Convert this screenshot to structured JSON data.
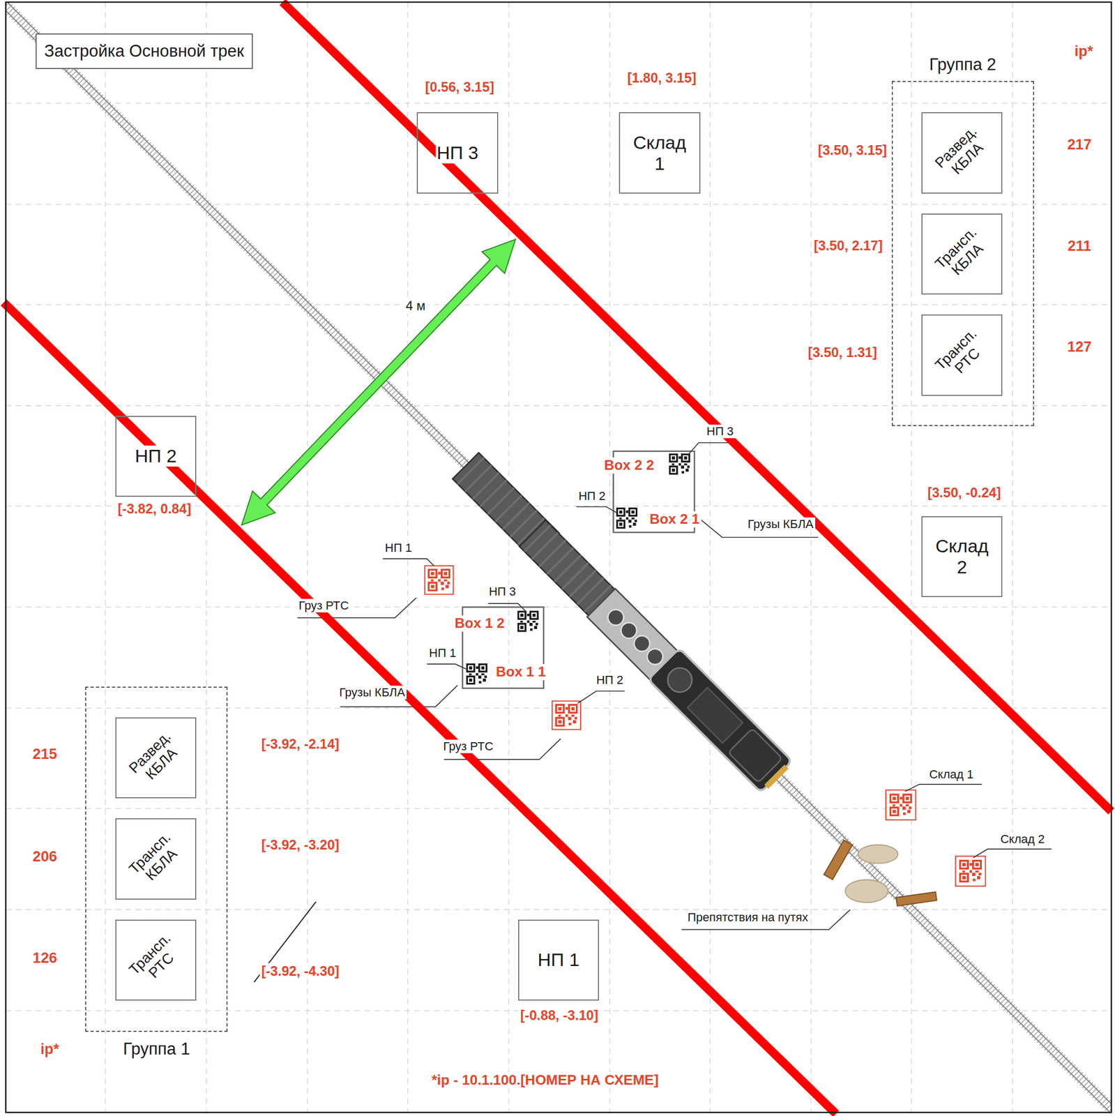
{
  "diagram": {
    "title": "Застройка Основной трек",
    "nodes": [
      {
        "text": [
          "НП 3"
        ]
      },
      {
        "text": [
          "Склад 1"
        ]
      },
      {
        "text": [
          "Группа 2"
        ]
      },
      {
        "text": [
          "Развед. КБЛА"
        ],
        "in": 2
      },
      {
        "text": [
          "Трансп. КБЛА"
        ],
        "in": 2
      },
      {
        "text": [
          "Трансп. РТС"
        ],
        "in": 2
      },
      {
        "text": [
          "НП 2"
        ]
      },
      {
        "text": [
          "Склад 2"
        ]
      },
      {
        "text": [
          "Группа 1"
        ]
      },
      {
        "text": [
          "Развед. КБЛА"
        ],
        "in": 8
      },
      {
        "text": [
          "Трансп. КБЛА"
        ],
        "in": 8
      },
      {
        "text": [
          "Трансп. РТС"
        ],
        "in": 8
      },
      {
        "text": [
          "НП 1"
        ]
      }
    ],
    "labels": [
      "ip*",
      "[0.56, 3.15]",
      "[1.80, 3.15]",
      "[3.50, 3.15]",
      "217",
      "[3.50, 2.17]",
      "211",
      "4 м",
      "[3.50, 1.31]",
      "127",
      "НП 3",
      "Box 2 2",
      "[3.50, -0.24]",
      "НП 2",
      "[-3.82, 0.84]",
      "Box 2 1",
      "Грузы КБЛА",
      "НП 1",
      "НП 3",
      "Груз РТС",
      "Box 1 2",
      "НП 1",
      "Box 1 1",
      "НП 2",
      "Грузы КБЛА",
      "[-3.92, -2.14]",
      "Груз РТС",
      "215",
      "Склад 1",
      "Склад 2",
      "[-3.92, -3.20]",
      "206",
      "Препятствия на путях",
      "126",
      "[-3.92, -4.30]",
      "[-0.88, -3.10]",
      "ip*",
      "*ip - 10.1.100.[НОМЕР НА СХЕМЕ]"
    ]
  }
}
